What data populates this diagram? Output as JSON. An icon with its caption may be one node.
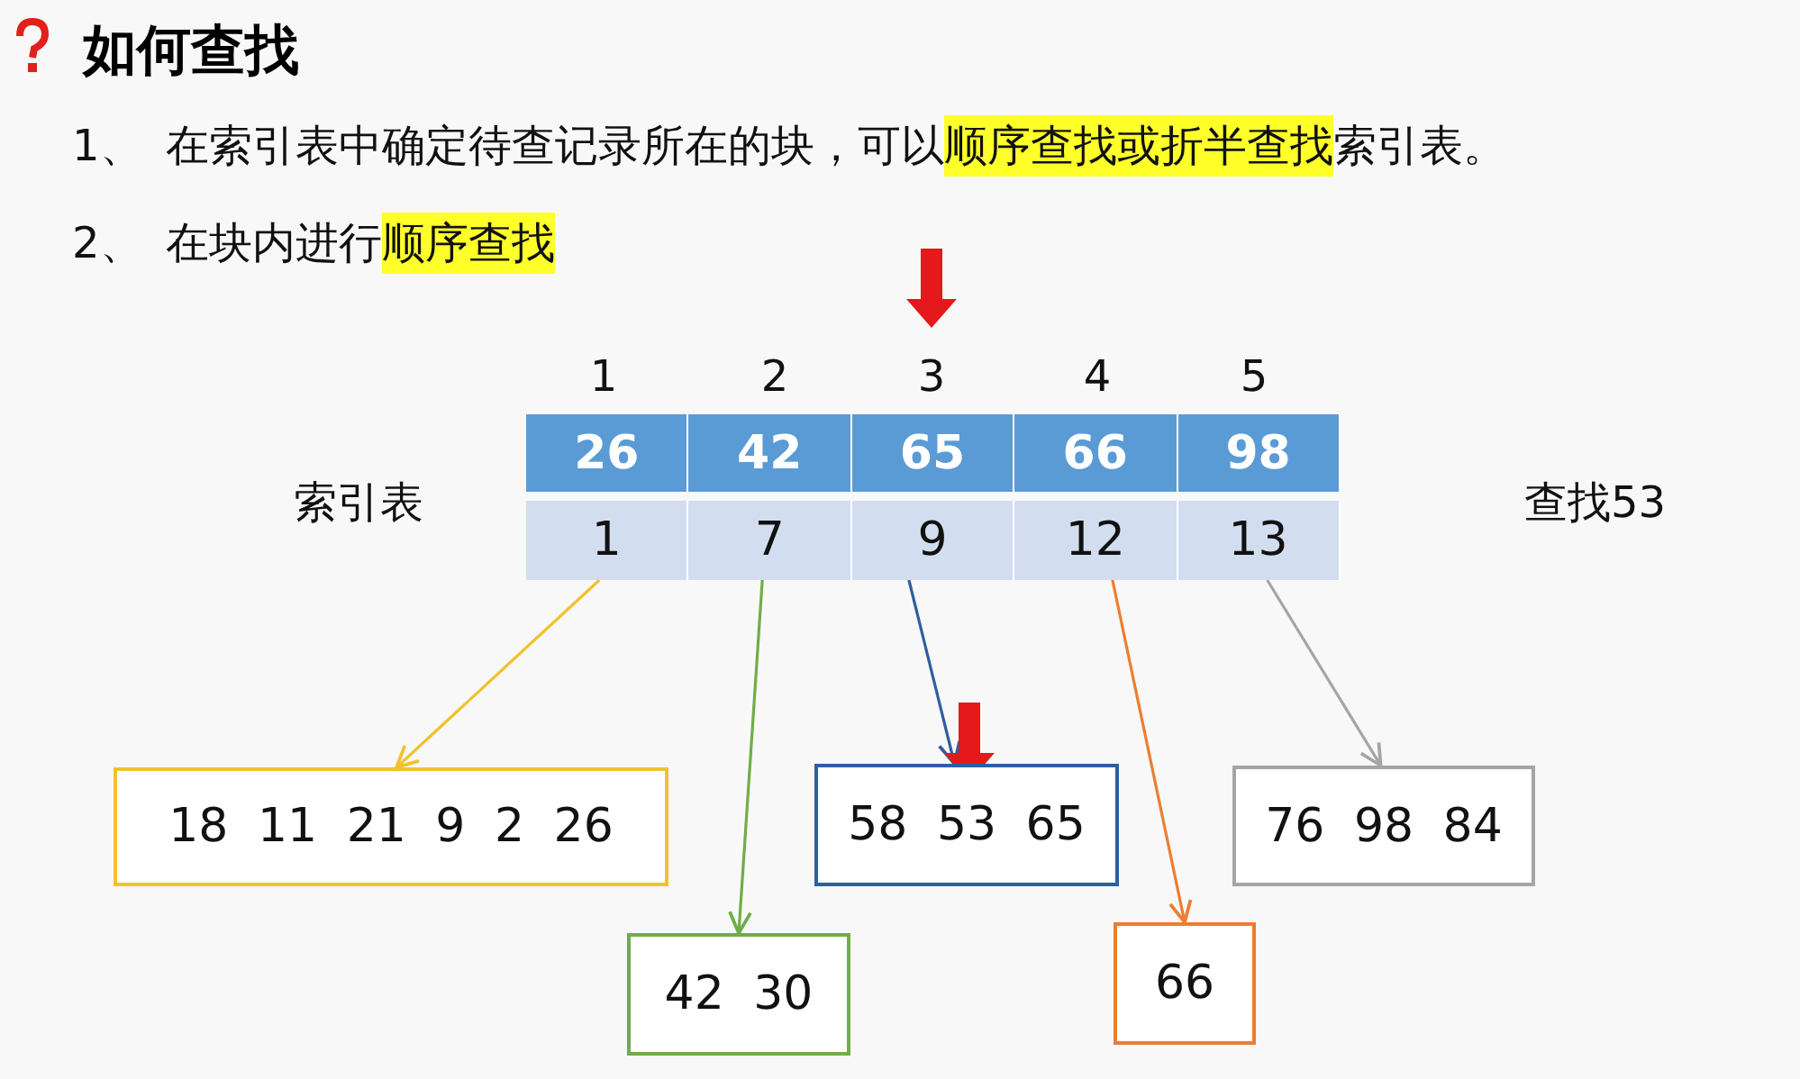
{
  "diagram": {
    "title": "如何查找",
    "nodes": [
      {
        "text": [
          "26"
        ]
      },
      {
        "text": [
          "42"
        ]
      },
      {
        "text": [
          "65"
        ]
      },
      {
        "text": [
          "66"
        ]
      },
      {
        "text": [
          "98"
        ]
      },
      {
        "text": [
          "1"
        ]
      },
      {
        "text": [
          "7"
        ]
      },
      {
        "text": [
          "9"
        ]
      },
      {
        "text": [
          "12"
        ]
      },
      {
        "text": [
          "13"
        ]
      },
      {
        "text": [
          "18 11 21 9 2 26"
        ]
      },
      {
        "text": [
          "42 30"
        ]
      },
      {
        "text": [
          "58 53 65"
        ]
      },
      {
        "text": [
          "66"
        ]
      },
      {
        "text": [
          "76 98 84"
        ]
      }
    ],
    "edges": [
      {
        "from": 5,
        "to": 10,
        "arrow": "to",
        "color": "#f2c12e"
      },
      {
        "from": 6,
        "to": 11,
        "arrow": "to",
        "color": "#70ad47"
      },
      {
        "from": 7,
        "to": 12,
        "arrow": "to",
        "color": "#2e5f9e"
      },
      {
        "from": 8,
        "to": 13,
        "arrow": "to",
        "color": "#ed7d31"
      },
      {
        "from": 9,
        "to": 14,
        "arrow": "to",
        "color": "#a5a5a5"
      }
    ],
    "labels": [
      "1、",
      "在索引表中确定待查记录所在的块，可以",
      "顺序查找或折半查找",
      "索引表。",
      "2、",
      "在块内进行",
      "顺序查找",
      "1",
      "2",
      "3",
      "4",
      "5",
      "索引表",
      "查找53"
    ]
  }
}
